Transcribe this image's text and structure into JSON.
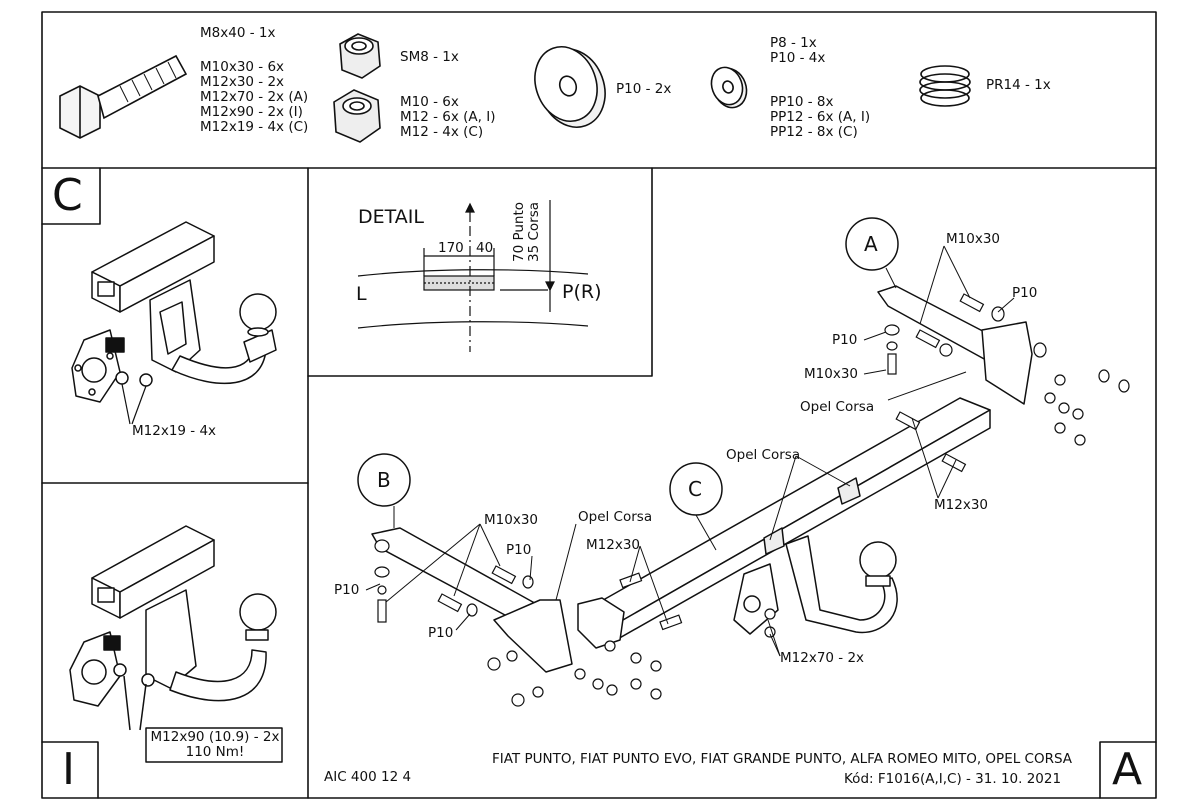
{
  "parts": {
    "bolt_lines": [
      "M8x40 - 1x",
      "M10x30 - 6x",
      "M12x30 - 2x",
      "M12x70 - 2x (A)",
      "M12x90 - 2x (I)",
      "M12x19 - 4x (C)"
    ],
    "locknut": "SM8 - 1x",
    "nut_lines": [
      "M10 - 6x",
      "M12 - 6x (A, I)",
      "M12 - 4x (C)"
    ],
    "big_washer": "P10 - 2x",
    "washer_lines_top": [
      "P8 - 1x",
      "P10 - 4x"
    ],
    "washer_lines_bottom": [
      "PP10 - 8x",
      "PP12 - 6x (A, I)",
      "PP12 - 8x (C)"
    ],
    "spring": "PR14 - 1x"
  },
  "view_c": {
    "letter": "C",
    "callout": "M12x19 - 4x"
  },
  "view_i": {
    "letter": "I",
    "callout_lines": [
      "M12x90 (10.9) - 2x",
      "110 Nm!"
    ]
  },
  "detail": {
    "title": "DETAIL",
    "dim_170": "170",
    "dim_40": "40",
    "vertical_lines": [
      "70 Punto",
      "35 Corsa"
    ],
    "left_label": "L",
    "right_label": "P(R)"
  },
  "main": {
    "bubble_a": "A",
    "bubble_b": "B",
    "bubble_c": "C",
    "a_m10x30_top": "M10x30",
    "a_p10_right": "P10",
    "a_p10_left": "P10",
    "a_m10x30_left": "M10x30",
    "a_opel_corsa": "Opel Corsa",
    "m12x30_right": "M12x30",
    "opel_corsa_mid": "Opel Corsa",
    "b_m10x30": "M10x30",
    "b_p10_a": "P10",
    "b_p10_b": "P10",
    "b_p10_c": "P10",
    "b_opel_corsa": "Opel Corsa",
    "b_m12x30": "M12x30",
    "m12x70": "M12x70 - 2x"
  },
  "footer": {
    "code": "AIC 400 12 4",
    "models": "FIAT PUNTO, FIAT PUNTO EVO, FIAT GRANDE PUNTO, ALFA ROMEO MITO, OPEL CORSA",
    "kod": "Kód: F1016(A,I,C) - 31. 10. 2021",
    "corner_letter": "A"
  }
}
